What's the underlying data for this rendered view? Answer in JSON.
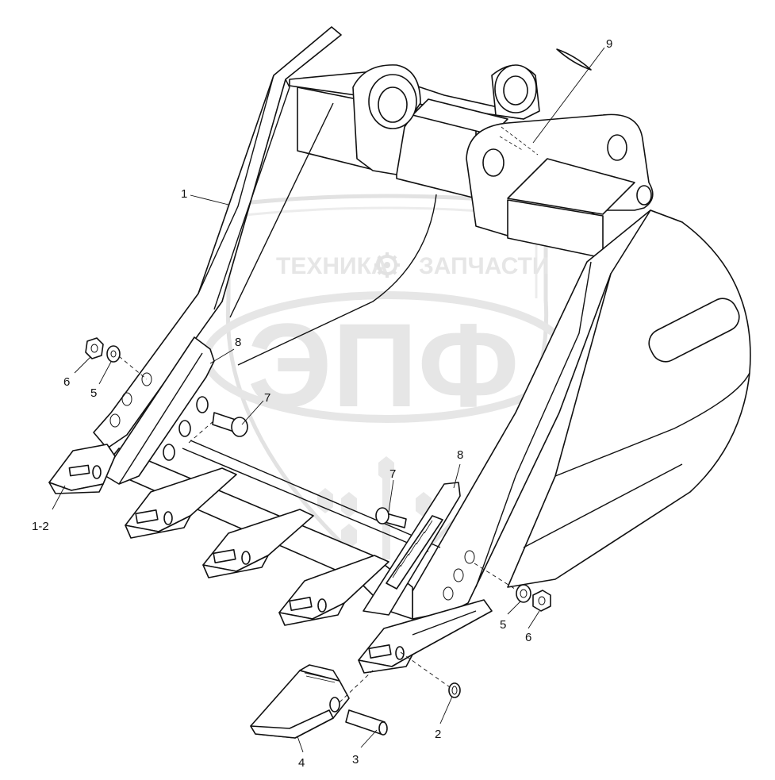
{
  "watermark": {
    "top_text_left": "ТЕХНИКА",
    "top_text_right": "ЗАПЧАСТИ",
    "big_text": "ЭПФ",
    "gear_icon": "gear-icon",
    "shield_icon": "shield-icon",
    "wheat_icon": "wheat-icon"
  },
  "callouts": [
    {
      "id": "c1",
      "label": "1"
    },
    {
      "id": "c1-2",
      "label": "1-2"
    },
    {
      "id": "c2",
      "label": "2"
    },
    {
      "id": "c3",
      "label": "3"
    },
    {
      "id": "c4",
      "label": "4"
    },
    {
      "id": "c5a",
      "label": "5"
    },
    {
      "id": "c5b",
      "label": "5"
    },
    {
      "id": "c6a",
      "label": "6"
    },
    {
      "id": "c6b",
      "label": "6"
    },
    {
      "id": "c7a",
      "label": "7"
    },
    {
      "id": "c7b",
      "label": "7"
    },
    {
      "id": "c8a",
      "label": "8"
    },
    {
      "id": "c8b",
      "label": "8"
    },
    {
      "id": "c9",
      "label": "9"
    }
  ],
  "parts": {
    "bucket": "bucket-body",
    "tooth_adapter": "tooth-adapter",
    "tooth_tip": "tooth-tip",
    "side_cutter": "side-cutter",
    "pin": "tooth-pin",
    "lock": "pin-lock",
    "bolt": "plow-bolt",
    "washer": "washer",
    "nut": "nut",
    "shim": "shim-plate"
  }
}
